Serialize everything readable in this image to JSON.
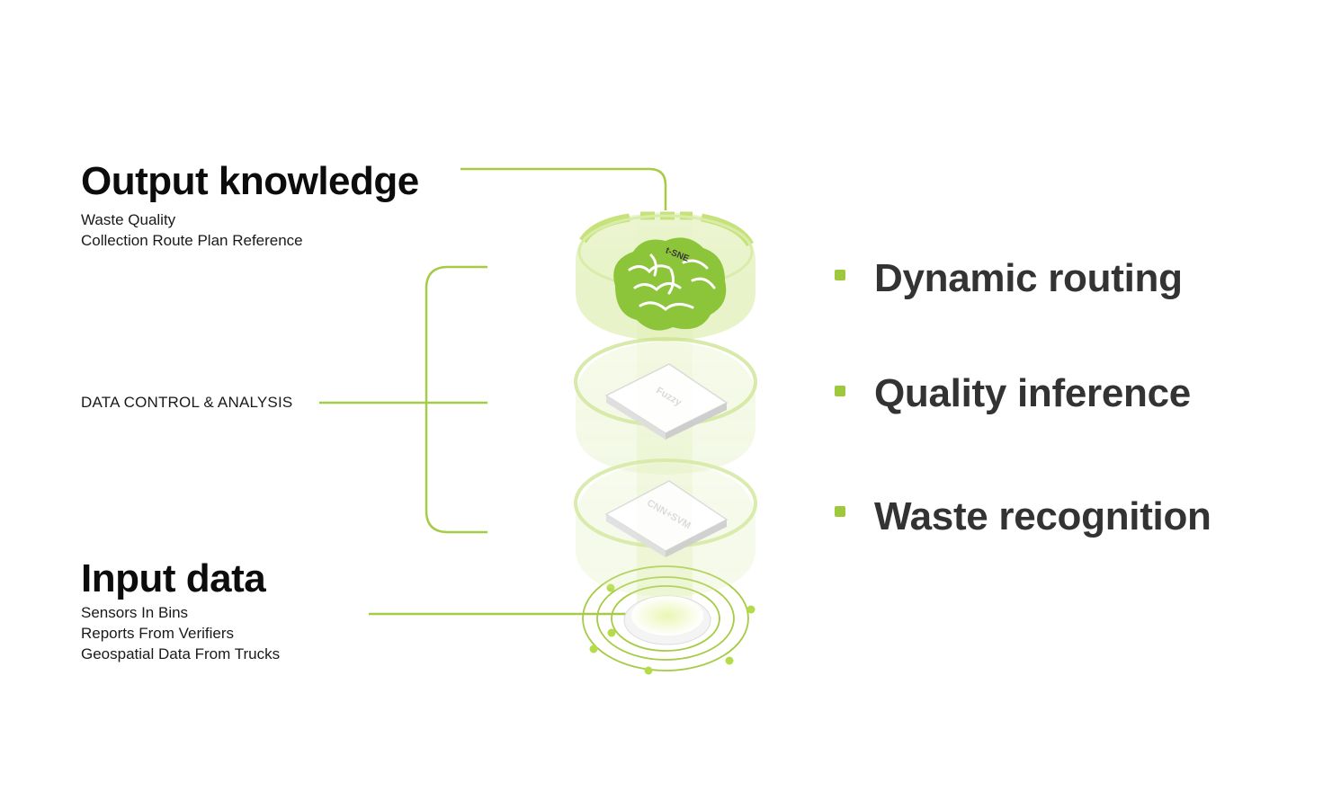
{
  "output": {
    "title": "Output knowledge",
    "items": [
      "Waste Quality",
      "Collection Route Plan Reference"
    ]
  },
  "middle": {
    "label": "DATA CONTROL & ANALYSIS"
  },
  "input": {
    "title": "Input data",
    "items": [
      "Sensors In Bins",
      "Reports From Verifiers",
      "Geospatial Data From Trucks"
    ]
  },
  "layers": {
    "top": "t-SNE",
    "middle": "Fuzzy",
    "bottom": "CNN+SVM"
  },
  "features": [
    {
      "label": "Dynamic routing"
    },
    {
      "label": "Quality inference"
    },
    {
      "label": "Waste recognition"
    }
  ],
  "colors": {
    "accent": "#9ec93c",
    "accent_light": "#d6eaa4",
    "brain": "#8cc43a",
    "feature_text": "#333333"
  }
}
